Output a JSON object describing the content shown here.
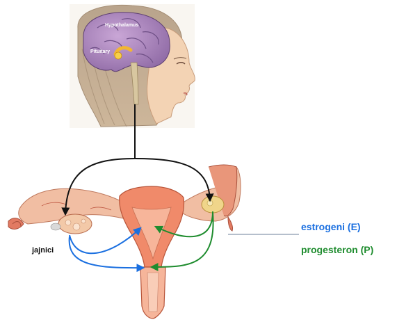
{
  "labels": {
    "hypothalamus": "Hypothalamus",
    "pituitary": "Pituitary",
    "ovaries": "jajnici",
    "estrogen": "estrogeni (E)",
    "progesterone": "progesteron (P)"
  },
  "colors": {
    "estrogen": "#1a6fe0",
    "progesterone": "#1e8c2e",
    "axis_line": "#111111",
    "tissue": "#e89a72",
    "gland": "#f2b632"
  }
}
